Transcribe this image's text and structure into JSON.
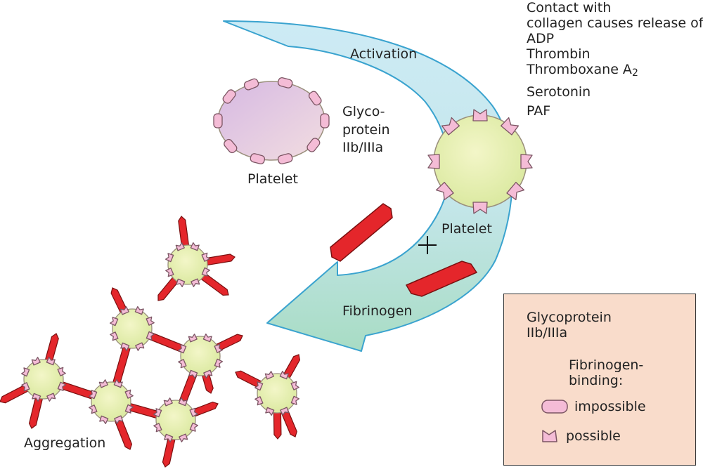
{
  "colors": {
    "arrow_top": "#cdebf5",
    "arrow_bottom": "#a8dcc4",
    "arrow_stroke": "#3aa3cf",
    "platelet_fill": "#e9f1b0",
    "resting_fill": "#dcc3e0",
    "receptor_fill": "#f4bcd6",
    "fibrinogen_fill": "#e4262b",
    "legend_bg": "#f9dccb"
  },
  "labels": {
    "activation": "Activation",
    "platelet_resting": "Platelet",
    "platelet_active": "Platelet",
    "glycoprotein_1": "Glyco-",
    "glycoprotein_2": "protein",
    "glycoprotein_3": "IIb/IIIa",
    "fibrinogen": "Fibrinogen",
    "aggregation": "Aggregation"
  },
  "contact": {
    "line1": "Contact with",
    "line2": "collagen causes release of",
    "line3": "ADP",
    "line4": "Thrombin",
    "line5_main": "Thromboxane A",
    "line5_sub": "2",
    "line6": "Serotonin",
    "line7": "PAF"
  },
  "legend": {
    "title_1": "Glycoprotein",
    "title_2": "IIb/IIIa",
    "binding_1": "Fibrinogen-",
    "binding_2": "binding:",
    "impossible": "impossible",
    "possible": "possible"
  }
}
